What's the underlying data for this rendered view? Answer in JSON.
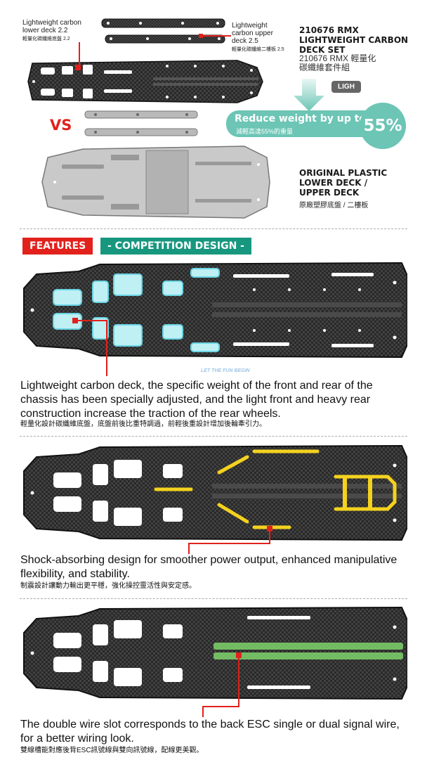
{
  "top": {
    "lower_label": "Lightweight carbon\nlower deck 2.2",
    "lower_label_zh": "輕量化碳纖維底盤 2.2",
    "upper_label": "Lightweight\ncarbon upper\ndeck 2.5",
    "upper_label_zh": "輕量化碳纖維二樓板 2.5",
    "set_title": "210676 RMX\nLIGHTWEIGHT CARBON\nDECK SET",
    "set_title_zh": "210676 RMX 輕量化\n碳纖維套件組",
    "logo_text": "LIGH",
    "vs": "VS",
    "reduce_en": "Reduce weight by up to",
    "reduce_zh": "減輕高達55%的重量",
    "reduce_pct": "55%",
    "original_title": "ORIGINAL PLASTIC\nLOWER DECK /\nUPPER DECK",
    "original_zh": "原廠塑膠底盤 / 二樓板"
  },
  "tags": {
    "features": "FEATURES",
    "competition": "- COMPETITION DESIGN -"
  },
  "features": [
    {
      "en": "Lightweight carbon deck, the specific weight of the front and rear of the chassis has been specially adjusted, and the light front and heavy rear construction increase the traction of the rear wheels.",
      "zh": "輕量化設計碳纖維底盤，底盤前後比重特調過，前輕後重設計增加後輪牽引力。"
    },
    {
      "en": "Shock-absorbing design for smoother power output, enhanced manipulative flexibility, and stability.",
      "zh": "制震設計讓動力輸出更平穩，強化操控靈活性與安定感。"
    },
    {
      "en": "The double wire slot corresponds to the back ESC single or dual signal wire, for a better wiring look.",
      "zh": "雙線槽能對應後背ESC訊號線與雙向訊號線，配線更美觀。"
    }
  ],
  "watermark": "LET THE FUN BEGIN",
  "colors": {
    "red": "#e2211c",
    "teal": "#18977f",
    "mint": "#6cc5b5",
    "highlight_blue": "#bff0f4",
    "highlight_yellow": "#f4d21e",
    "highlight_green": "#7fd36b"
  }
}
